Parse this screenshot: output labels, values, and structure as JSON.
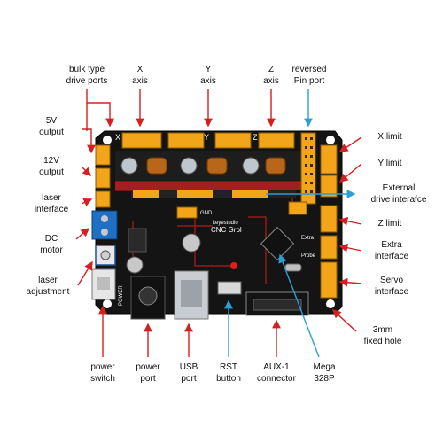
{
  "labels": {
    "bulk_drive_ports": "bulk type\ndrive ports",
    "x_axis": "X\naxis",
    "y_axis": "Y\naxis",
    "z_axis": "Z\naxis",
    "reversed_pin_port": "reversed\nPin port",
    "output_5v": "5V\noutput",
    "output_12v": "12V\noutput",
    "laser_interface": "laser\ninterface",
    "dc_motor": "DC\nmotor",
    "laser_adjustment": "laser\nadjustment",
    "x_limit": "X limit",
    "y_limit": "Y limit",
    "external_drive": "External\ndrive interafce",
    "z_limit": "Z limit",
    "extra_interface": "Extra\ninterface",
    "servo_interface": "Servo\ninterface",
    "fixed_hole": "3mm\nfixed hole",
    "power_switch": "power\nswitch",
    "power_port": "power\nport",
    "usb_port": "USB\nport",
    "rst_button": "RST\nbutton",
    "aux1_connector": "AUX-1\nconnector",
    "mega_328p": "Mega\n328P"
  },
  "board_text": {
    "board_name": "CNC Grbl",
    "brand": "keyestudio",
    "header_x": "X",
    "header_y": "Y",
    "header_z": "Z",
    "gnd": "GND",
    "extra": "Extra",
    "probe": "Probe",
    "power": "POWER"
  },
  "colors": {
    "board": "#141414",
    "connector": "#f3a51a",
    "arrow_red": "#d42020",
    "arrow_blue": "#2a9fd6",
    "trace_red": "#b01b1b"
  }
}
